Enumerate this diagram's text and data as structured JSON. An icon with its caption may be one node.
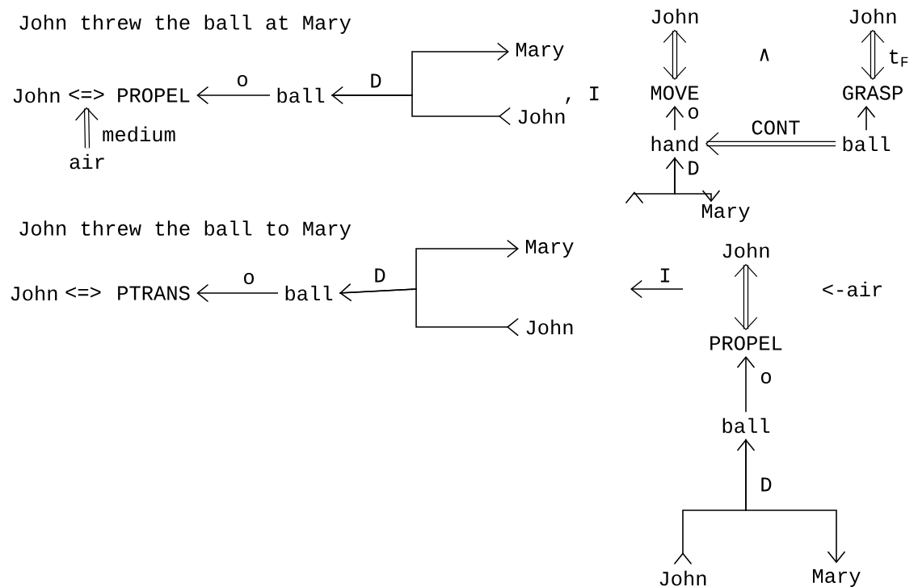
{
  "diagram": {
    "nodes": [
      {
        "text": [
          "John"
        ]
      },
      {
        "text": [
          "<=>"
        ]
      },
      {
        "text": [
          "PROPEL"
        ]
      },
      {
        "text": [
          "ball"
        ]
      },
      {
        "text": [
          "air"
        ]
      },
      {
        "text": [
          "Mary"
        ]
      },
      {
        "text": [
          "John"
        ]
      },
      {
        "text": [
          "John"
        ]
      },
      {
        "text": [
          "MOVE"
        ]
      },
      {
        "text": [
          "hand"
        ]
      },
      {
        "text": [
          "Mary"
        ]
      },
      {
        "text": [
          "John"
        ]
      },
      {
        "text": [
          "GRASP"
        ]
      },
      {
        "text": [
          "ball"
        ]
      },
      {
        "text": [
          "John"
        ]
      },
      {
        "text": [
          "<=>"
        ]
      },
      {
        "text": [
          "PTRANS"
        ]
      },
      {
        "text": [
          "ball"
        ]
      },
      {
        "text": [
          "Mary"
        ]
      },
      {
        "text": [
          "John"
        ]
      },
      {
        "text": [
          "John"
        ]
      },
      {
        "text": [
          "PROPEL"
        ]
      },
      {
        "text": [
          "ball"
        ]
      },
      {
        "text": [
          "John"
        ]
      },
      {
        "text": [
          "Mary"
        ]
      }
    ],
    "edges": [
      {
        "from": 3,
        "to": 2,
        "arrow": "to",
        "label": "o"
      },
      {
        "from": 4,
        "to": 1,
        "arrow": "to",
        "label": "medium",
        "style": "thick"
      },
      {
        "from": 5,
        "to": 3,
        "arrow": "both",
        "label": "D"
      },
      {
        "from": 6,
        "to": 3,
        "arrow": "other"
      },
      {
        "from": 7,
        "to": 8,
        "arrow": "both",
        "style": "thick"
      },
      {
        "from": 9,
        "to": 8,
        "arrow": "to",
        "label": "o"
      },
      {
        "from": 10,
        "to": 9,
        "arrow": "both",
        "label": "D"
      },
      {
        "from": 9,
        "to": null,
        "arrow": "to"
      },
      {
        "from": 11,
        "to": 12,
        "arrow": "both",
        "label": "t$_{F}$",
        "style": "thick"
      },
      {
        "from": 13,
        "to": 12,
        "arrow": "to"
      },
      {
        "from": 13,
        "to": 9,
        "arrow": "to",
        "label": "CONT",
        "style": "thick"
      },
      {
        "from": 17,
        "to": 16,
        "arrow": "to",
        "label": "o"
      },
      {
        "from": 18,
        "to": 17,
        "arrow": "both",
        "label": "D"
      },
      {
        "from": 19,
        "to": 17,
        "arrow": "other"
      },
      {
        "from": 20,
        "to": 21,
        "arrow": "both",
        "style": "thick"
      },
      {
        "from": 22,
        "to": 21,
        "arrow": "to",
        "label": "o"
      },
      {
        "from": 24,
        "to": 22,
        "arrow": "both",
        "label": "D"
      },
      {
        "from": 23,
        "to": 22,
        "arrow": "other"
      }
    ],
    "labels": [
      "John threw the ball at Mary",
      ", I",
      "∧",
      "John threw the ball to Mary",
      "I",
      "<-air"
    ]
  }
}
